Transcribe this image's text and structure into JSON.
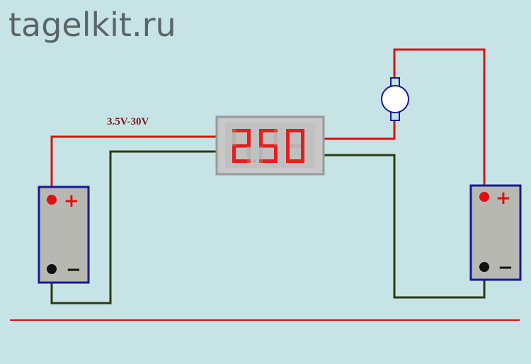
{
  "watermark": "tagelkit.ru",
  "supply_label": "3.5V-30V",
  "voltmeter": {
    "reading": "250",
    "decimal_after_digit": 1
  },
  "battery_left": {
    "plus": "+",
    "minus": "−"
  },
  "battery_right": {
    "plus": "+",
    "minus": "−"
  },
  "colors": {
    "background": "#c6e4e6",
    "positive_wire": "#e01010",
    "negative_wire": "#2b3a10",
    "battery_fill": "#b7b8b1",
    "battery_border": "#16199a",
    "display_bg": "#c0c0c0",
    "segment_on": "#e81c1c",
    "segment_off": "#b59595",
    "label_text": "#7a1a1a"
  },
  "icons": [
    "dc-motor-icon",
    "seven-segment-display-icon",
    "battery-icon"
  ]
}
